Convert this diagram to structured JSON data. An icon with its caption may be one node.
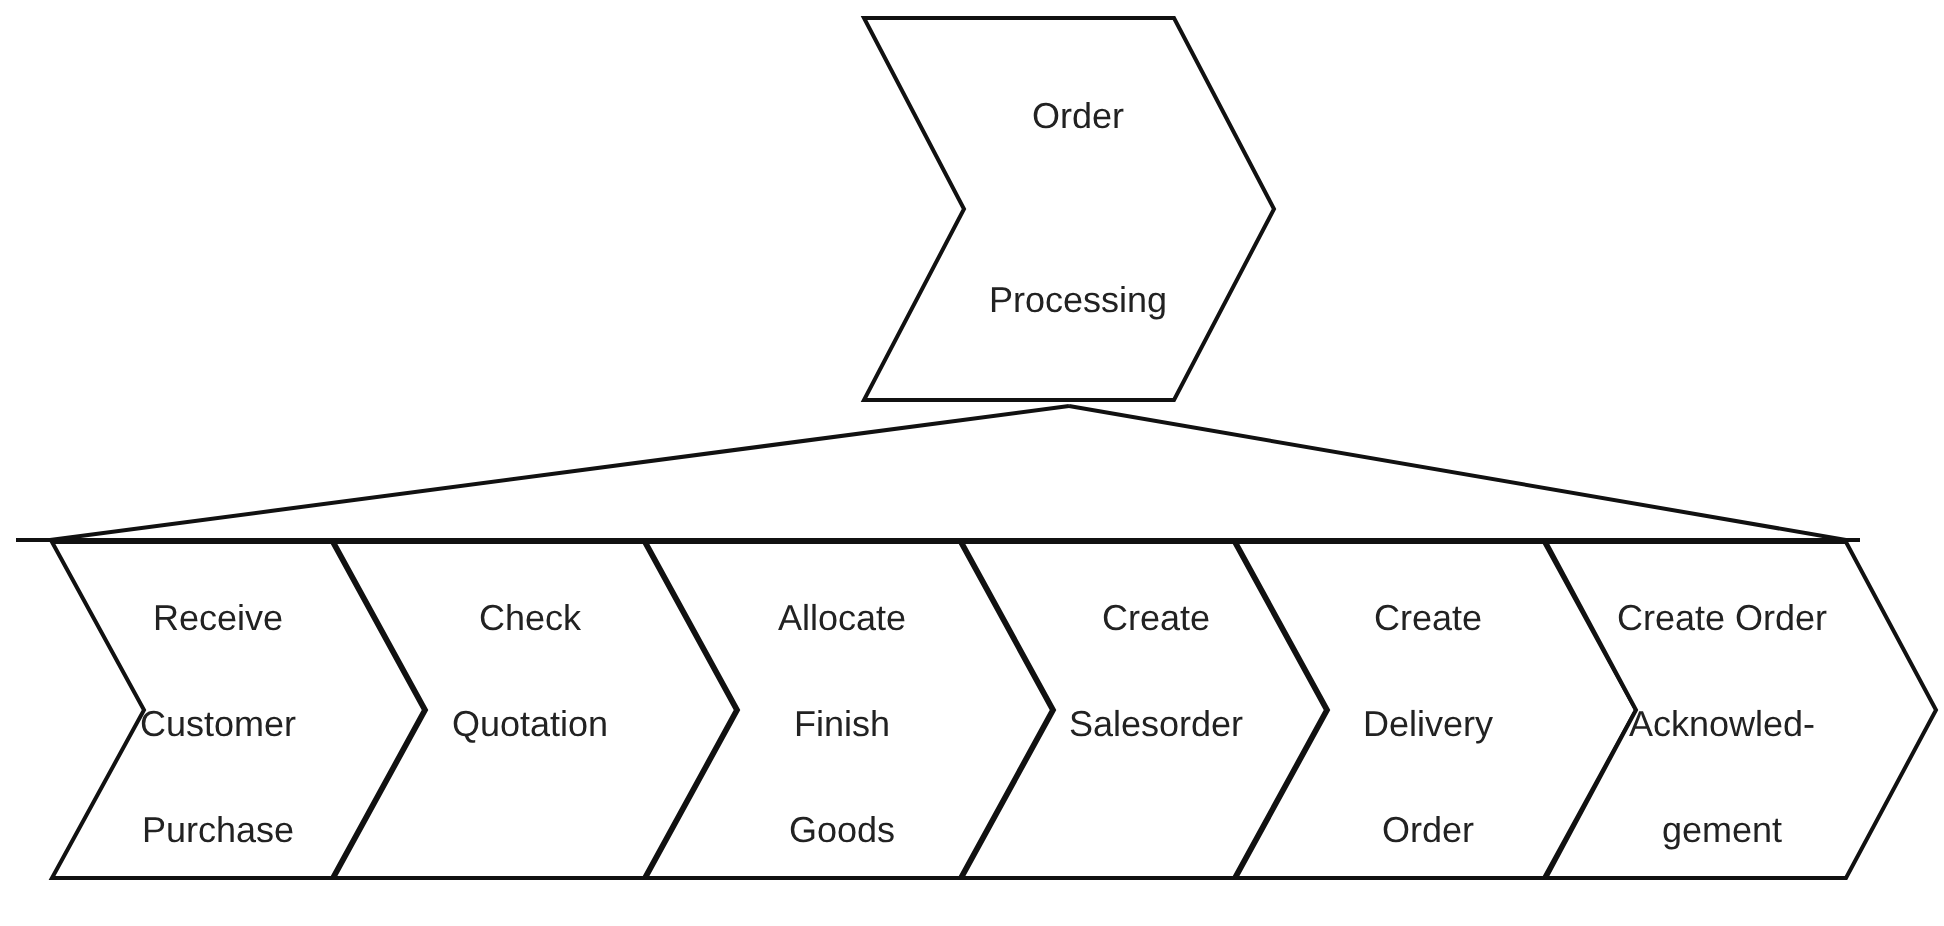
{
  "diagram": {
    "nodes": [
      {
        "text": [
          "Order Processing"
        ]
      },
      {
        "text": [
          "Receive Customer Purchase"
        ]
      },
      {
        "text": [
          "Check Quotation"
        ]
      },
      {
        "text": [
          "Allocate Finish Goods"
        ]
      },
      {
        "text": [
          "Create Salesorder"
        ]
      },
      {
        "text": [
          "Create Delivery Order"
        ]
      },
      {
        "text": [
          "Create Order Acknowled- gement"
        ]
      }
    ],
    "edges": [
      {
        "from": 0,
        "to": 1,
        "arrow": "none"
      },
      {
        "from": 0,
        "to": 6,
        "arrow": "none"
      }
    ]
  }
}
